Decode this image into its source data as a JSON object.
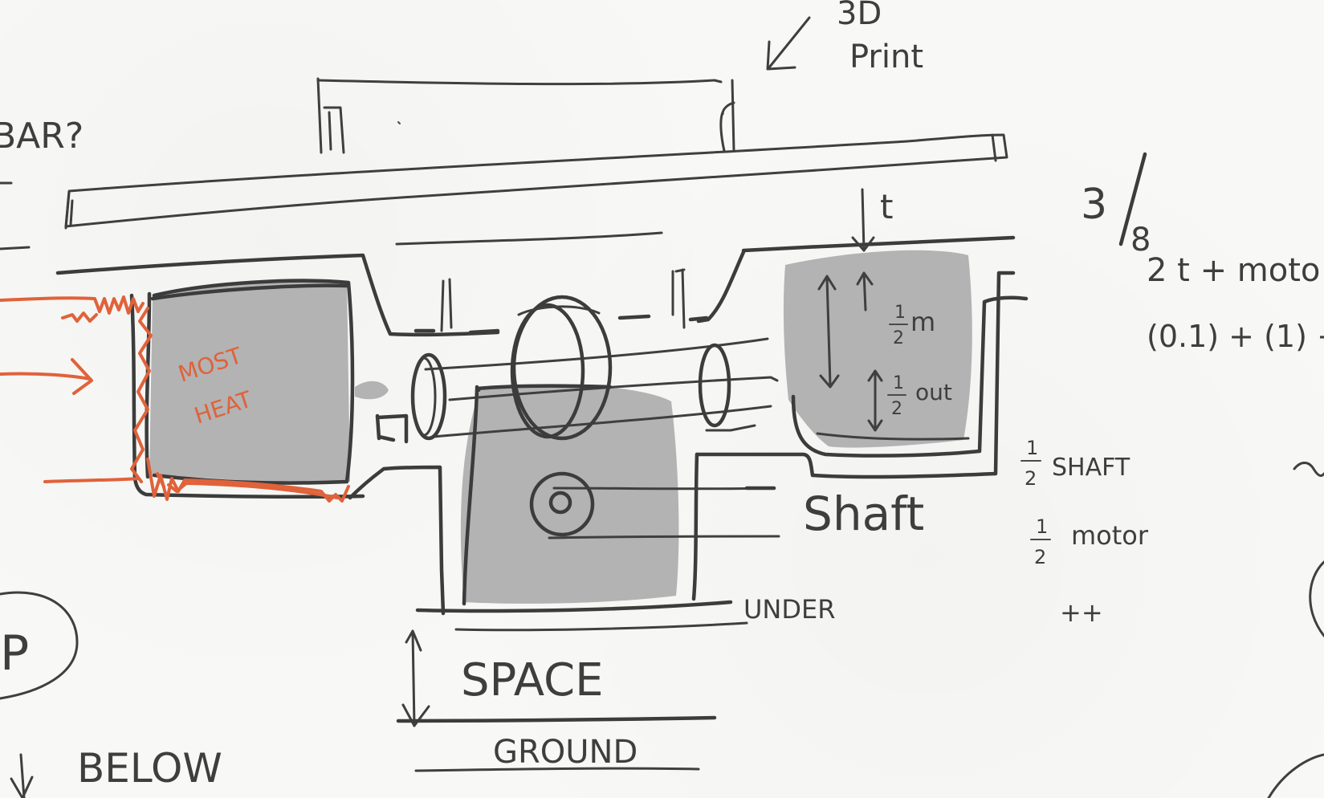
{
  "labels": {
    "print_top": "3D",
    "print_bottom": "Print",
    "bar": "BAR?",
    "three_eighths_num": "3",
    "three_eighths_den": "8",
    "t_label": "t",
    "formula_line1": "2 t + moto",
    "formula_line2": "(0.1) + (1) +",
    "most": "MOST",
    "heat": "HEAT",
    "half_m_num": "1",
    "half_m_den": "2",
    "half_m_unit": "m",
    "half_out_num": "1",
    "half_out_den": "2",
    "half_out_unit": "out",
    "shaft": "Shaft",
    "half_shaft_num": "1",
    "half_shaft_den": "2",
    "half_shaft_text": "SHAFT",
    "half_motor_num": "1",
    "half_motor_den": "2",
    "half_motor_text": "motor",
    "plus_plus": "++",
    "under": "UNDER",
    "space": "SPACE",
    "ground": "GROUND",
    "below": "BELOW",
    "partial_p": "P"
  },
  "colors": {
    "ink": "#3c3c3c",
    "accent": "#e0623a",
    "shade": "#b3b3b3",
    "paper": "#f8f8f6"
  }
}
